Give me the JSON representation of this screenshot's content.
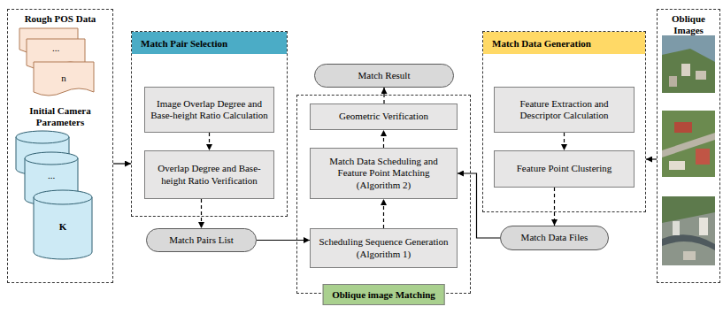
{
  "diagram": {
    "nodes": [
      {
        "text": [
          "Rough POS Data",
          "Initial Camera Parameters"
        ]
      },
      {
        "text": [
          "Match Pair Selection"
        ]
      },
      {
        "text": [
          "Image Overlap Degree and Base-height Ratio Calculation"
        ],
        "in": 1
      },
      {
        "text": [
          "Overlap Degree and Base-height Ratio Verification"
        ],
        "in": 1
      },
      {
        "text": [
          "Match Pairs List"
        ]
      },
      {
        "text": [
          "Match Result"
        ]
      },
      {
        "text": [
          "Oblique image Matching"
        ]
      },
      {
        "text": [
          "Geometric Verification"
        ],
        "in": 6
      },
      {
        "text": [
          "Match Data Scheduling and Feature Point Matching (Algorithm 2)"
        ],
        "in": 6
      },
      {
        "text": [
          "Scheduling Sequence Generation (Algorithm 1)"
        ],
        "in": 6
      },
      {
        "text": [
          "Match Data Generation"
        ]
      },
      {
        "text": [
          "Feature Extraction and Descriptor Calculation"
        ],
        "in": 10
      },
      {
        "text": [
          "Feature Point Clustering"
        ],
        "in": 10
      },
      {
        "text": [
          "Match Data Files"
        ]
      },
      {
        "text": [
          "Oblique Images"
        ]
      }
    ],
    "edges": [
      {
        "from": 0,
        "to": 1,
        "arrow": "to"
      },
      {
        "from": 14,
        "to": 10,
        "arrow": "to"
      },
      {
        "from": 2,
        "to": 3,
        "arrow": "to"
      },
      {
        "from": 3,
        "to": 4,
        "arrow": "to"
      },
      {
        "from": 4,
        "to": 9,
        "arrow": "to"
      },
      {
        "from": 9,
        "to": 8,
        "arrow": "to"
      },
      {
        "from": 8,
        "to": 7,
        "arrow": "to"
      },
      {
        "from": 7,
        "to": 5,
        "arrow": "to"
      },
      {
        "from": 11,
        "to": 12,
        "arrow": "to"
      },
      {
        "from": 12,
        "to": 13,
        "arrow": "to"
      },
      {
        "from": 13,
        "to": 8,
        "arrow": "to"
      }
    ],
    "labels": [
      "...",
      "n",
      "...",
      "K"
    ]
  }
}
